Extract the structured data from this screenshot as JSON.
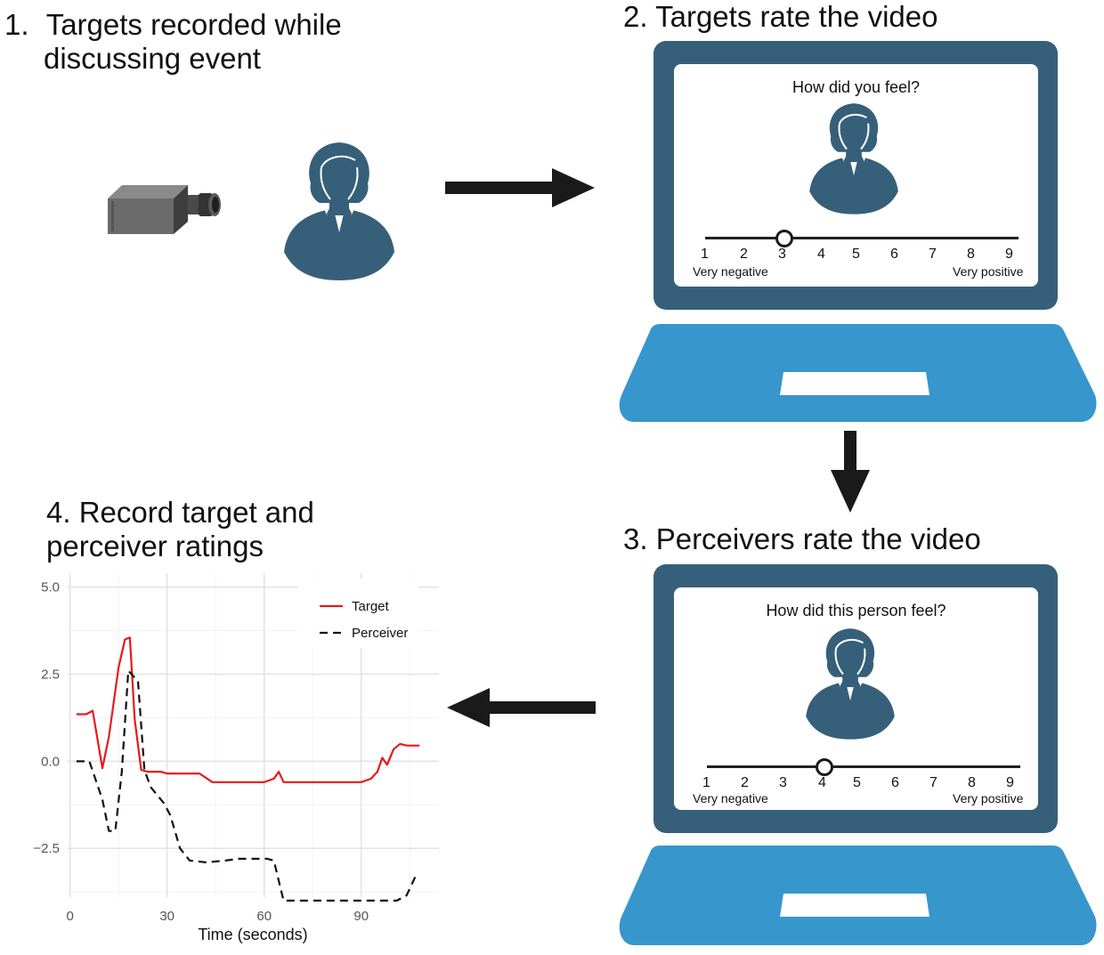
{
  "steps": [
    {
      "number": "1.",
      "title_line1": "Targets recorded while",
      "title_line2": "discussing event"
    },
    {
      "number": "2.",
      "title": "Targets rate the video"
    },
    {
      "number": "3.",
      "title": "Perceivers rate the video"
    },
    {
      "number": "4.",
      "title_line1": "Record target and",
      "title_line2": "perceiver ratings"
    }
  ],
  "laptop_target": {
    "question": "How did you feel?",
    "scale": [
      "1",
      "2",
      "3",
      "4",
      "5",
      "6",
      "7",
      "8",
      "9"
    ],
    "low_label": "Very negative",
    "high_label": "Very positive",
    "selected_value": 3
  },
  "laptop_perceiver": {
    "question": "How did this person feel?",
    "scale": [
      "1",
      "2",
      "3",
      "4",
      "5",
      "6",
      "7",
      "8",
      "9"
    ],
    "low_label": "Very negative",
    "high_label": "Very positive",
    "selected_value": 4
  },
  "colors": {
    "person": "#365f7a",
    "laptop_frame": "#365f7a",
    "laptop_base": "#3796cc",
    "arrow": "#1a1a1a",
    "target_line": "#e8191a",
    "perceiver_line": "#111111"
  },
  "icons": [
    "video-camera-icon",
    "person-icon",
    "arrow-right-icon",
    "arrow-down-icon",
    "arrow-left-icon",
    "laptop-icon"
  ],
  "chart_data": {
    "type": "line",
    "xlabel": "Time (seconds)",
    "ylabel": "",
    "xlim": [
      -1,
      114
    ],
    "ylim": [
      -3.9,
      5.4
    ],
    "x_ticks": [
      0,
      30,
      60,
      90
    ],
    "y_ticks": [
      5.0,
      2.5,
      0.0,
      -2.5
    ],
    "y_tick_labels": [
      "5.0",
      "2.5",
      "0.0",
      "−2.5"
    ],
    "grid": true,
    "legend_position": "top-right",
    "series": [
      {
        "name": "Target",
        "style": "solid",
        "x": [
          2,
          5,
          7,
          10,
          12,
          15,
          17,
          18.5,
          20,
          22,
          24,
          28,
          30,
          35,
          40,
          44,
          50,
          55,
          60,
          63,
          64.5,
          66,
          70,
          80,
          90,
          93,
          95,
          96.5,
          98,
          100,
          102,
          104,
          108
        ],
        "y": [
          1.35,
          1.35,
          1.45,
          -0.2,
          0.7,
          2.7,
          3.5,
          3.55,
          1.2,
          -0.25,
          -0.3,
          -0.3,
          -0.35,
          -0.35,
          -0.35,
          -0.6,
          -0.6,
          -0.6,
          -0.6,
          -0.5,
          -0.3,
          -0.6,
          -0.6,
          -0.6,
          -0.6,
          -0.5,
          -0.3,
          0.1,
          -0.1,
          0.35,
          0.5,
          0.45,
          0.45
        ]
      },
      {
        "name": "Perceiver",
        "style": "dashed",
        "x": [
          2,
          6,
          10,
          12,
          14,
          16,
          18,
          21,
          23,
          25,
          29,
          31,
          34,
          37,
          42,
          48,
          52,
          56,
          61,
          63,
          66,
          70,
          80,
          90,
          97,
          99,
          101,
          104,
          107
        ],
        "y": [
          0,
          0,
          -1.1,
          -2.0,
          -2.0,
          -0.3,
          2.6,
          2.3,
          -0.25,
          -0.75,
          -1.2,
          -1.55,
          -2.5,
          -2.85,
          -2.9,
          -2.85,
          -2.8,
          -2.8,
          -2.8,
          -2.85,
          -4.0,
          -4.0,
          -4.0,
          -4.0,
          -4.0,
          -4.0,
          -4.0,
          -3.85,
          -3.25
        ]
      }
    ]
  }
}
